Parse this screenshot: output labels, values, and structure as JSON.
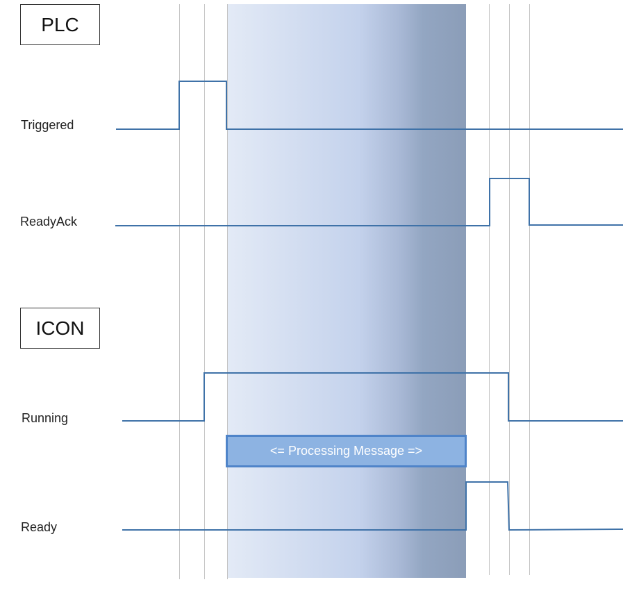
{
  "groups": {
    "plc": "PLC",
    "icon": "ICON"
  },
  "signals": {
    "triggered": "Triggered",
    "ready_ack": "ReadyAck",
    "running": "Running",
    "ready": "Ready"
  },
  "process_message": "<= Processing Message =>",
  "colors": {
    "signal_line": "#3f72a8",
    "guide_line": "#c4c4c4",
    "band_light": "#e3eaf6",
    "band_mid": "#c4d2ec",
    "band_dark": "#8b9db8",
    "process_fill": "#8db3e2",
    "process_border": "#4f84c9",
    "box_border": "#333333"
  }
}
